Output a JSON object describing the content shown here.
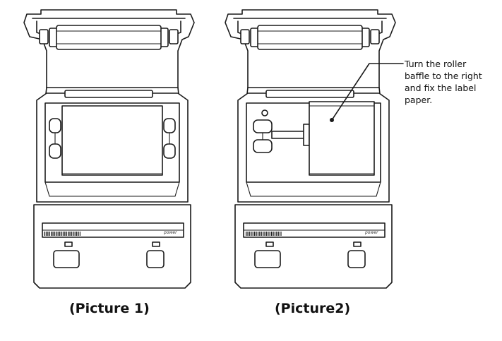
{
  "captions": {
    "picture1": "(Picture 1)",
    "picture2": "(Picture2)"
  },
  "callout": {
    "lines": [
      "Turn the roller",
      "baffle to the right",
      "and fix the label",
      "paper."
    ]
  },
  "panel": {
    "power_label": "power"
  }
}
